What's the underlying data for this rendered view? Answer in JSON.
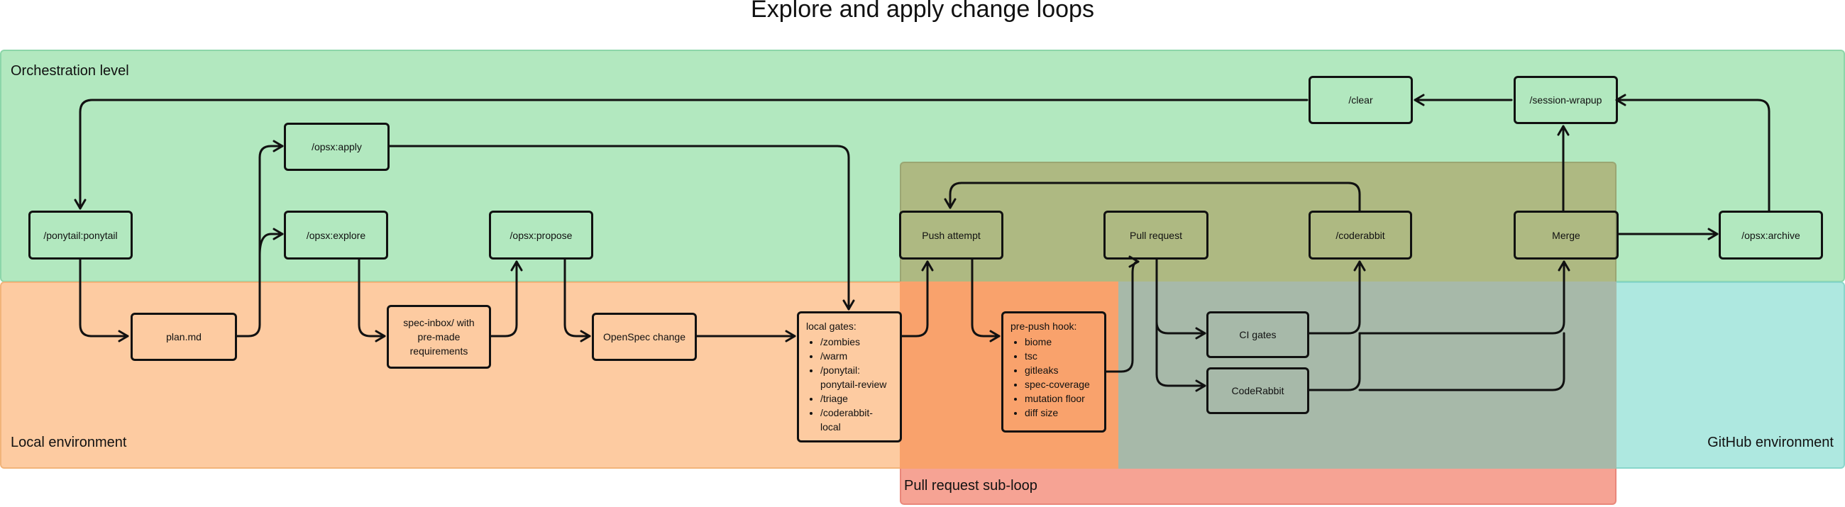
{
  "title": "Explore and apply change loops",
  "regions": {
    "orchestration": "Orchestration level",
    "local": "Local environment",
    "github": "GitHub environment",
    "pr_subloop": "Pull request sub-loop"
  },
  "nodes": {
    "ponytail": "/ponytail:ponytail",
    "plan": "plan.md",
    "apply": "/opsx:apply",
    "explore": "/opsx:explore",
    "spec_inbox": "spec-inbox/ with pre-made requirements",
    "propose": "/opsx:propose",
    "openspec_change": "OpenSpec change",
    "push_attempt": "Push attempt",
    "pull_request": "Pull request",
    "coderabbit_cmd": "/coderabbit",
    "merge": "Merge",
    "archive": "/opsx:archive",
    "clear": "/clear",
    "session_wrapup": "/session-wrapup",
    "ci_gates": "CI gates",
    "coderabbit": "CodeRabbit",
    "local_gates": {
      "heading": "local gates:",
      "items": [
        "/zombies",
        "/warm",
        "/ponytail: ponytail-review",
        "/triage",
        "/coderabbit-local"
      ]
    },
    "prepush": {
      "heading": "pre-push hook:",
      "items": [
        "biome",
        "tsc",
        "gitleaks",
        "spec-coverage",
        "mutation floor",
        "diff size"
      ]
    }
  },
  "colors": {
    "orchestration": "#b2e8bf",
    "local": "#fdcba1",
    "github": "#aee8e0",
    "pr_subloop": "#f6a394",
    "overlap_orch_pr": "#aeb982",
    "overlap_local_pr": "#f9a26c",
    "overlap_github_pr": "#a7b9a9"
  }
}
